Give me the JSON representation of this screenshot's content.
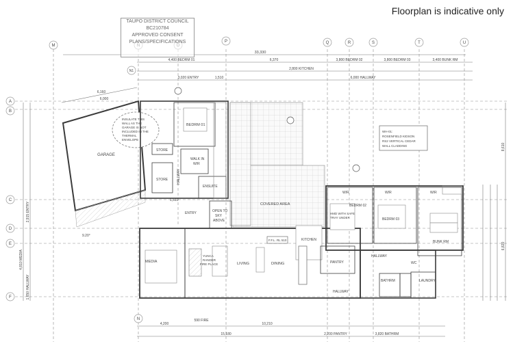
{
  "note": "Floorplan is indicative only",
  "stamp": {
    "council": "TAUPO DISTRICT COUNCIL",
    "ref": "BC210784",
    "line1": "APPROVED CONSENT",
    "line2": "PLANS/SPECIFICATIONS"
  },
  "grid_top": [
    "M",
    "N",
    "O",
    "P",
    "Q",
    "R",
    "S",
    "T",
    "U"
  ],
  "grid_left": [
    "A",
    "B",
    "C",
    "D",
    "E",
    "F"
  ],
  "grid_bottom": [
    "N"
  ],
  "rooms": {
    "garage": "GARAGE",
    "bedroom1": "BEDRM 01",
    "walkin": "WALK IN",
    "walkin2": "W/R",
    "store": "STORE",
    "store2": "STORE",
    "ensuite": "ENSUITE",
    "hallway": "HALLWAY",
    "entry": "ENTRY",
    "open_sky": "OPEN TO",
    "open_sky2": "SKY",
    "open_sky3": "ABOVE",
    "covered": "COVERED AREA",
    "media": "MEDIA",
    "fireplace": "YUNCA",
    "fireplace2": "RANDER",
    "fireplace3": "FIRE PLACE",
    "living": "LIVING",
    "dining": "DINING",
    "kitchen": "KITCHEN",
    "pantry": "PANTRY",
    "hallway2": "HALLWAY",
    "bedroom2": "BEDRM 02",
    "bedroom3": "BEDRM 03",
    "bunk": "BUNK RM",
    "wr1": "W/R",
    "wr2": "W/R",
    "wr3": "W/R",
    "hallway3": "HALLWAY",
    "bathroom": "BATHRM",
    "laundry": "LAUNDRY",
    "wc": "WC",
    "hmd": "HMD WITH SAFE",
    "hmd2": "TRAY UNDER"
  },
  "notes": {
    "insulate": [
      "INSULATE THIS",
      "WALL AS THE",
      "GARAGE IS NOT",
      "INCLUDED IN THE",
      "THERMAL",
      "ENVELOPE"
    ],
    "cladding": [
      "WH-01:",
      "ROSENFIELD KIDSON",
      "RS2 VERTICAL CEDAR",
      "WALL CLADDING"
    ]
  },
  "dims": {
    "overall_top": "33,330",
    "bedrm01": "4,400 BEDRM 01",
    "d6370": "6,370",
    "bedrm02": "3,800 BEDRM 02",
    "bedrm03": "3,800 BEDRM 03",
    "bunk": "3,400 BUNK RM",
    "kitchen": "2,800 KITCHEN",
    "hallway": "6,000 HALLWAY",
    "entry": "3,020 ENTRY",
    "d1510": "1,510",
    "garage_w": "6,160",
    "garage_w2": "6,000",
    "overall_bot": "15,180",
    "media": "4,200",
    "fire": "590 FIRE",
    "d10210": "10,210",
    "pantry": "2,200 PANTRY",
    "bath": "3,820 BATHRM",
    "left_entry": "2,915 ENTRY",
    "left_media": "4,810 MEDIA",
    "left_hall": "1,650 HALLWAY",
    "right_total": "8,610",
    "right2": "6,820",
    "angle": "9.20°",
    "ffl": "F.F.L. RL 510"
  }
}
